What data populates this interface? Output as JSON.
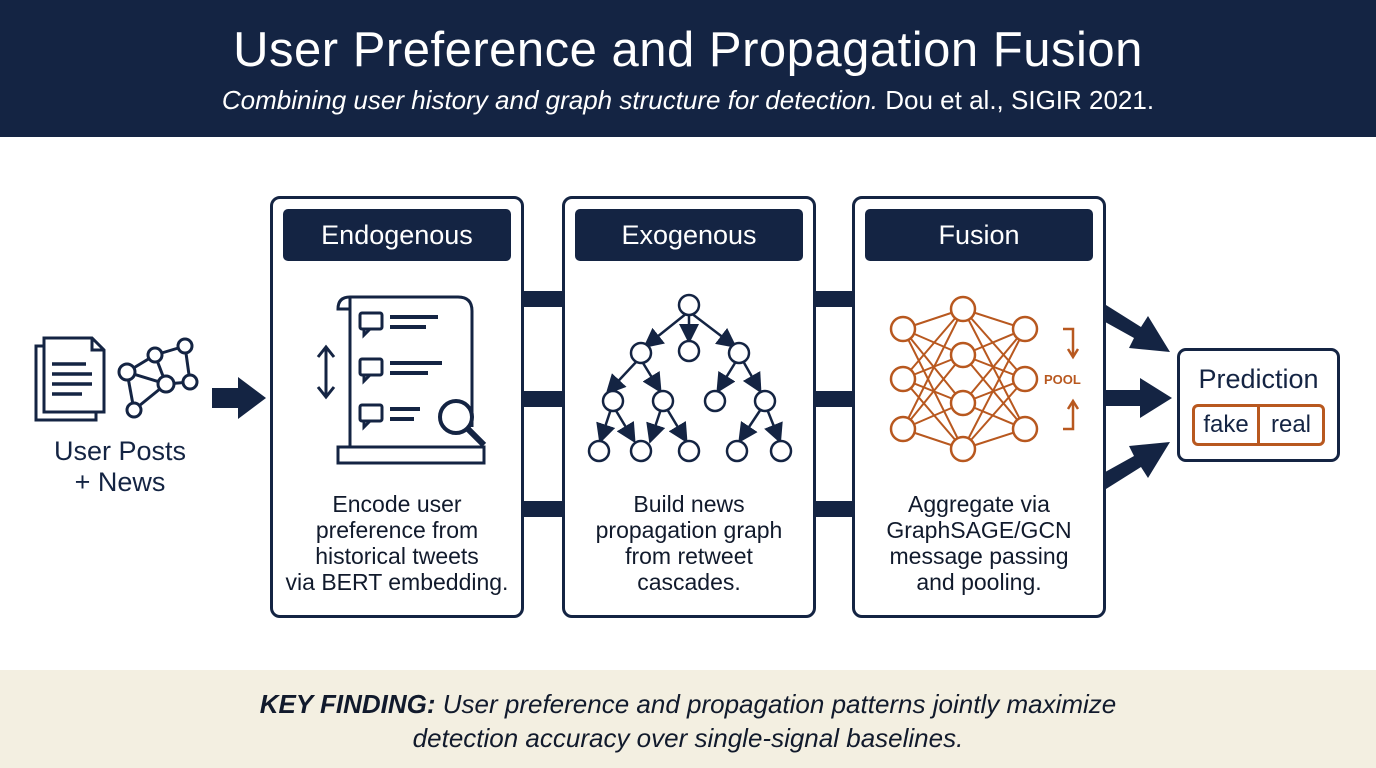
{
  "header": {
    "title": "User Preference and Propagation Fusion",
    "subtitle_italic": "Combining user history and graph structure for detection.",
    "subtitle_citation": "Dou et al., SIGIR 2021."
  },
  "input": {
    "label_line1": "User Posts",
    "label_line2": "+ News"
  },
  "panels": [
    {
      "tag": "Endogenous",
      "desc": [
        "Encode user",
        "preference from",
        "historical tweets",
        "via BERT embedding."
      ]
    },
    {
      "tag": "Exogenous",
      "desc": [
        "Build news",
        "propagation graph",
        "from retweet",
        "cascades."
      ]
    },
    {
      "tag": "Fusion",
      "desc": [
        "Aggregate via",
        "GraphSAGE/GCN",
        "message passing",
        "and pooling."
      ]
    }
  ],
  "pool_label": "POOL",
  "prediction": {
    "title": "Prediction",
    "fake": "fake",
    "real": "real"
  },
  "footer": {
    "key": "KEY FINDING:",
    "line1": "User preference and propagation patterns jointly maximize",
    "line2": "detection accuracy over single-signal baselines."
  },
  "colors": {
    "navy": "#142443",
    "accent": "#b8581f",
    "footer_bg": "#f3efe1"
  }
}
